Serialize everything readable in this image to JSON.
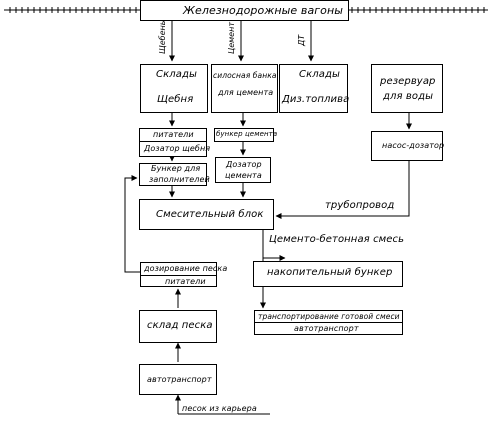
{
  "diagram": {
    "railway": "Железнодорожные вагоны",
    "rail_labels": {
      "sheben": "Щебень",
      "cement": "Цемент",
      "fuel": "ДТ"
    },
    "warehouse_sheben": {
      "line1": "Склады",
      "line2": "Щебня"
    },
    "cement_silo": {
      "line1": "силосная банка",
      "line2": "для цемента"
    },
    "fuel_store": {
      "line1": "Склады",
      "line2": "Диз.топлива"
    },
    "water_tank": {
      "line1": "резервуар",
      "line2": "для воды"
    },
    "sheben_feed": {
      "line1": "питатели",
      "line2": "Дозатор щебня"
    },
    "cement_hopper": "бункер цемента",
    "water_pump": "насос-дозатор",
    "fill_hopper": {
      "line1": "Бункер для",
      "line2": "заполнителей"
    },
    "cement_doser": {
      "line1": "Дозатор",
      "line2": "цемента"
    },
    "pipeline": "трубопровод",
    "mixer": "Смесительный блок",
    "mix_label": "Цементо-бетонная смесь",
    "sand_feed": {
      "line1": "дозирование песка",
      "line2": "питатели"
    },
    "storage_bunker": "накопительный бункер",
    "transport_out": {
      "line1": "транспортирование готовой смеси",
      "line2": "автотранспорт"
    },
    "sand_store": "склад песка",
    "truck": "автотранспорт",
    "quarry_sand": "песок из карьера"
  }
}
